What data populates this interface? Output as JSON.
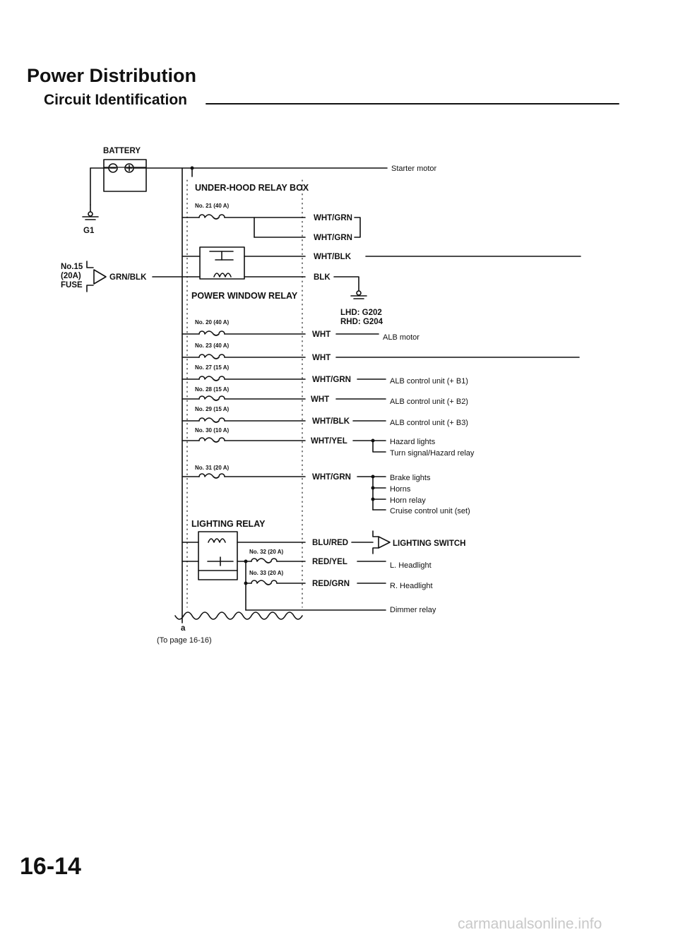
{
  "header": {
    "title": "Power Distribution",
    "subtitle": "Circuit Identification"
  },
  "page_number": "16-14",
  "watermark": "carmanualsonline.info",
  "diagram": {
    "battery": "BATTERY",
    "ground_g1": "G1",
    "fuse15": {
      "line1": "No.15",
      "line2": "(20A)",
      "line3": "FUSE",
      "wire": "GRN/BLK"
    },
    "starter": "Starter motor",
    "relay_box": "UNDER-HOOD RELAY BOX",
    "power_window_relay": "POWER WINDOW RELAY",
    "lighting_relay": "LIGHTING RELAY",
    "ground_lhd": "LHD: G202",
    "ground_rhd": "RHD: G204",
    "to_page_letter": "a",
    "to_page": "(To page 16-16)",
    "fuses": {
      "f21": "No. 21 (40 A)",
      "f20": "No. 20 (40 A)",
      "f23": "No. 23 (40 A)",
      "f27": "No. 27 (15 A)",
      "f28": "No. 28 (15 A)",
      "f29": "No. 29 (15 A)",
      "f30": "No. 30 (10 A)",
      "f31": "No. 31 (20 A)",
      "f32": "No. 32 (20 A)",
      "f33": "No. 33 (20 A)"
    },
    "wires": {
      "w21a": "WHT/GRN",
      "w21b": "WHT/GRN",
      "wpw": "WHT/BLK",
      "wblk": "BLK",
      "w20": "WHT",
      "w23": "WHT",
      "w27": "WHT/GRN",
      "w28": "WHT",
      "w29": "WHT/BLK",
      "w30": "WHT/YEL",
      "w31": "WHT/GRN",
      "wsw": "BLU/RED",
      "w32": "RED/YEL",
      "w33": "RED/GRN"
    },
    "loads": {
      "alb_motor": "ALB motor",
      "alb_b1": "ALB control unit (+ B1)",
      "alb_b2": "ALB control unit (+ B2)",
      "alb_b3": "ALB control unit (+ B3)",
      "hazard": "Hazard lights",
      "turn": "Turn signal/Hazard relay",
      "brake": "Brake lights",
      "horns": "Horns",
      "horn_relay": "Horn relay",
      "cruise": "Cruise control unit (set)",
      "lighting_switch": "LIGHTING SWITCH",
      "l_headlight": "L. Headlight",
      "r_headlight": "R. Headlight",
      "dimmer": "Dimmer relay"
    }
  }
}
